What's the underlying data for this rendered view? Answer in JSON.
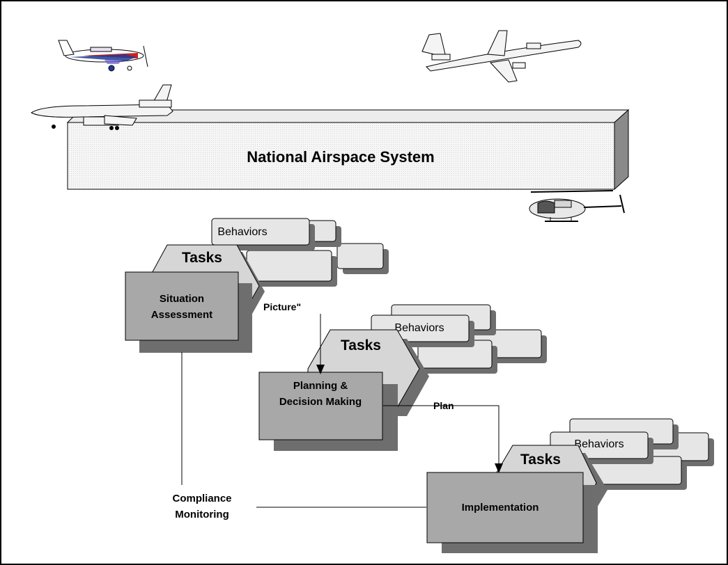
{
  "banner": {
    "title": "National Airspace System"
  },
  "stages": [
    {
      "box_line1": "Situation",
      "box_line2": "Assessment",
      "tasks_label": "Tasks",
      "behaviors_label": "Behaviors"
    },
    {
      "box_line1": "Planning &",
      "box_line2": "Decision Making",
      "tasks_label": "Tasks",
      "behaviors_label": "Behaviors"
    },
    {
      "box_line1": "Implementation",
      "tasks_label": "Tasks",
      "behaviors_label": "Behaviors"
    }
  ],
  "connectors": {
    "picture": "Picture\"",
    "plan": "Plan",
    "compliance_line1": "Compliance",
    "compliance_line2": "Monitoring"
  },
  "aircraft": [
    {
      "kind": "small propeller plane",
      "icon": "small-plane-icon"
    },
    {
      "kind": "jet airliner climbing",
      "icon": "jet-climbing-icon"
    },
    {
      "kind": "jet airliner landing",
      "icon": "jet-landing-icon"
    },
    {
      "kind": "helicopter",
      "icon": "helicopter-icon"
    }
  ],
  "colors": {
    "box": "#a8a8a8",
    "shadow": "#6e6e6e",
    "tasks": "#d6d6d6",
    "behaviors": "#e6e6e6",
    "banner_front": "#f4f4f4",
    "banner_side": "#8a8a8a"
  }
}
